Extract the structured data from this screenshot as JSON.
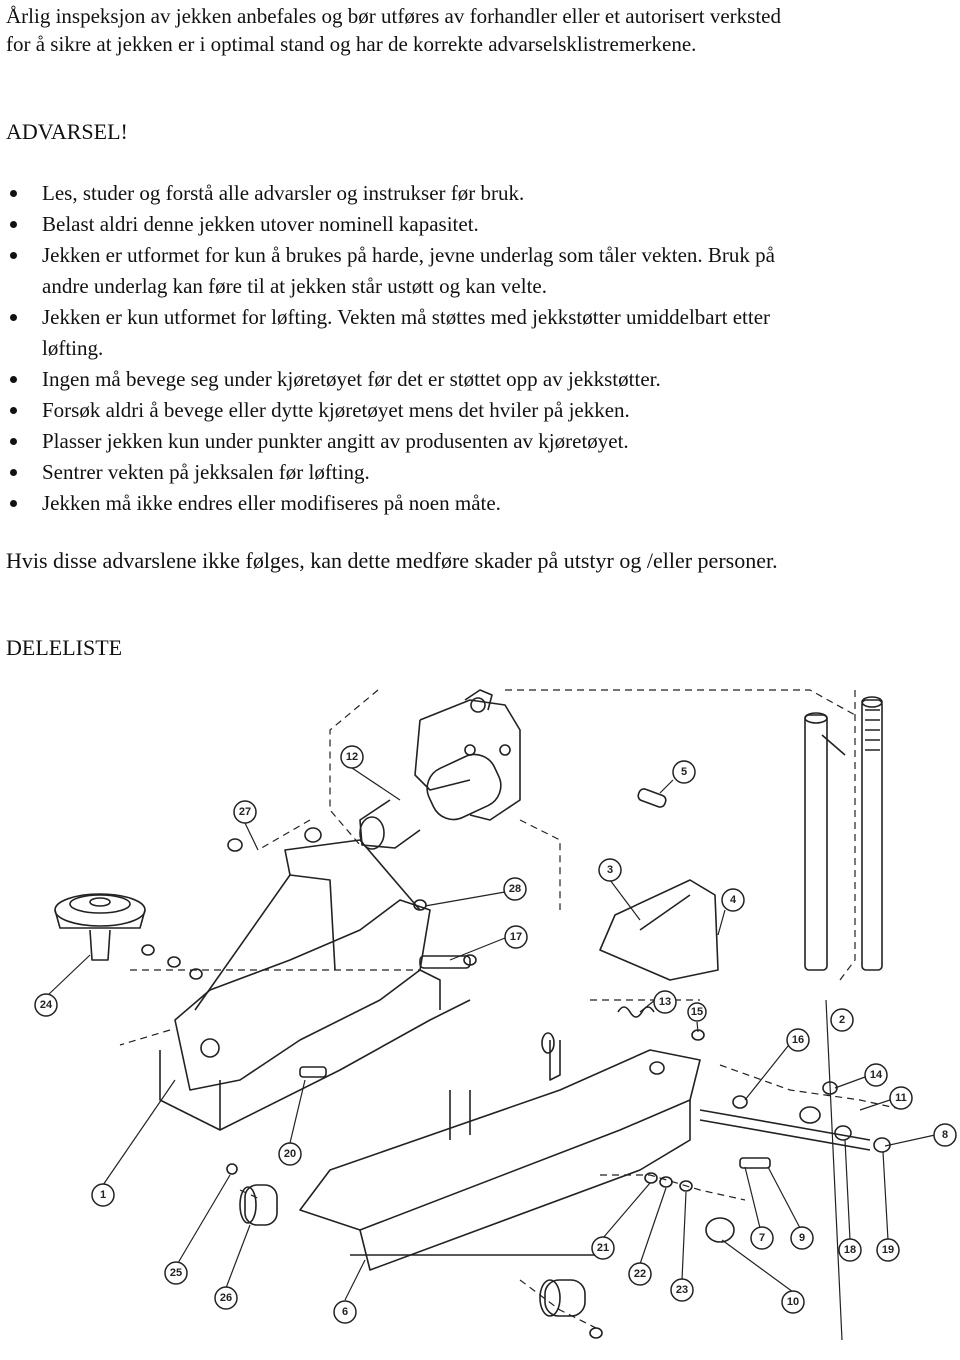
{
  "intro": {
    "line1": "Årlig inspeksjon av jekken anbefales og bør utføres av forhandler eller et autorisert verksted",
    "line2": "for å sikre at jekken er i optimal stand og har de korrekte advarselsklistremerkene."
  },
  "warning": {
    "title": "ADVARSEL!",
    "items": [
      {
        "lines": [
          "Les, studer og forstå alle advarsler og instrukser før bruk."
        ]
      },
      {
        "lines": [
          "Belast aldri denne jekken utover nominell kapasitet."
        ]
      },
      {
        "lines": [
          "Jekken er utformet for kun å brukes på harde, jevne underlag som tåler vekten. Bruk på",
          "andre underlag kan føre til at jekken står ustøtt og kan velte."
        ]
      },
      {
        "lines": [
          "Jekken er kun utformet for løfting. Vekten må støttes med jekkstøtter umiddelbart etter",
          "løfting."
        ]
      },
      {
        "lines": [
          "Ingen må bevege seg under kjøretøyet før det er støttet opp av jekkstøtter."
        ]
      },
      {
        "lines": [
          "Forsøk aldri å bevege eller dytte kjøretøyet mens det hviler på jekken."
        ]
      },
      {
        "lines": [
          "Plasser jekken kun under punkter angitt av produsenten av kjøretøyet."
        ]
      },
      {
        "lines": [
          "Sentrer vekten på jekksalen før løfting."
        ]
      },
      {
        "lines": [
          "Jekken må ikke endres eller modifiseres på noen måte."
        ]
      }
    ]
  },
  "consequence": "Hvis disse advarslene ikke følges, kan dette medføre skader på utstyr og /eller personer.",
  "parts": {
    "title": "DELELISTE",
    "callouts": [
      "1",
      "2",
      "3",
      "4",
      "5",
      "6",
      "7",
      "8",
      "9",
      "10",
      "11",
      "12",
      "13",
      "14",
      "15",
      "16",
      "17",
      "18",
      "19",
      "20",
      "21",
      "22",
      "23",
      "24",
      "25",
      "26",
      "27",
      "28"
    ]
  }
}
